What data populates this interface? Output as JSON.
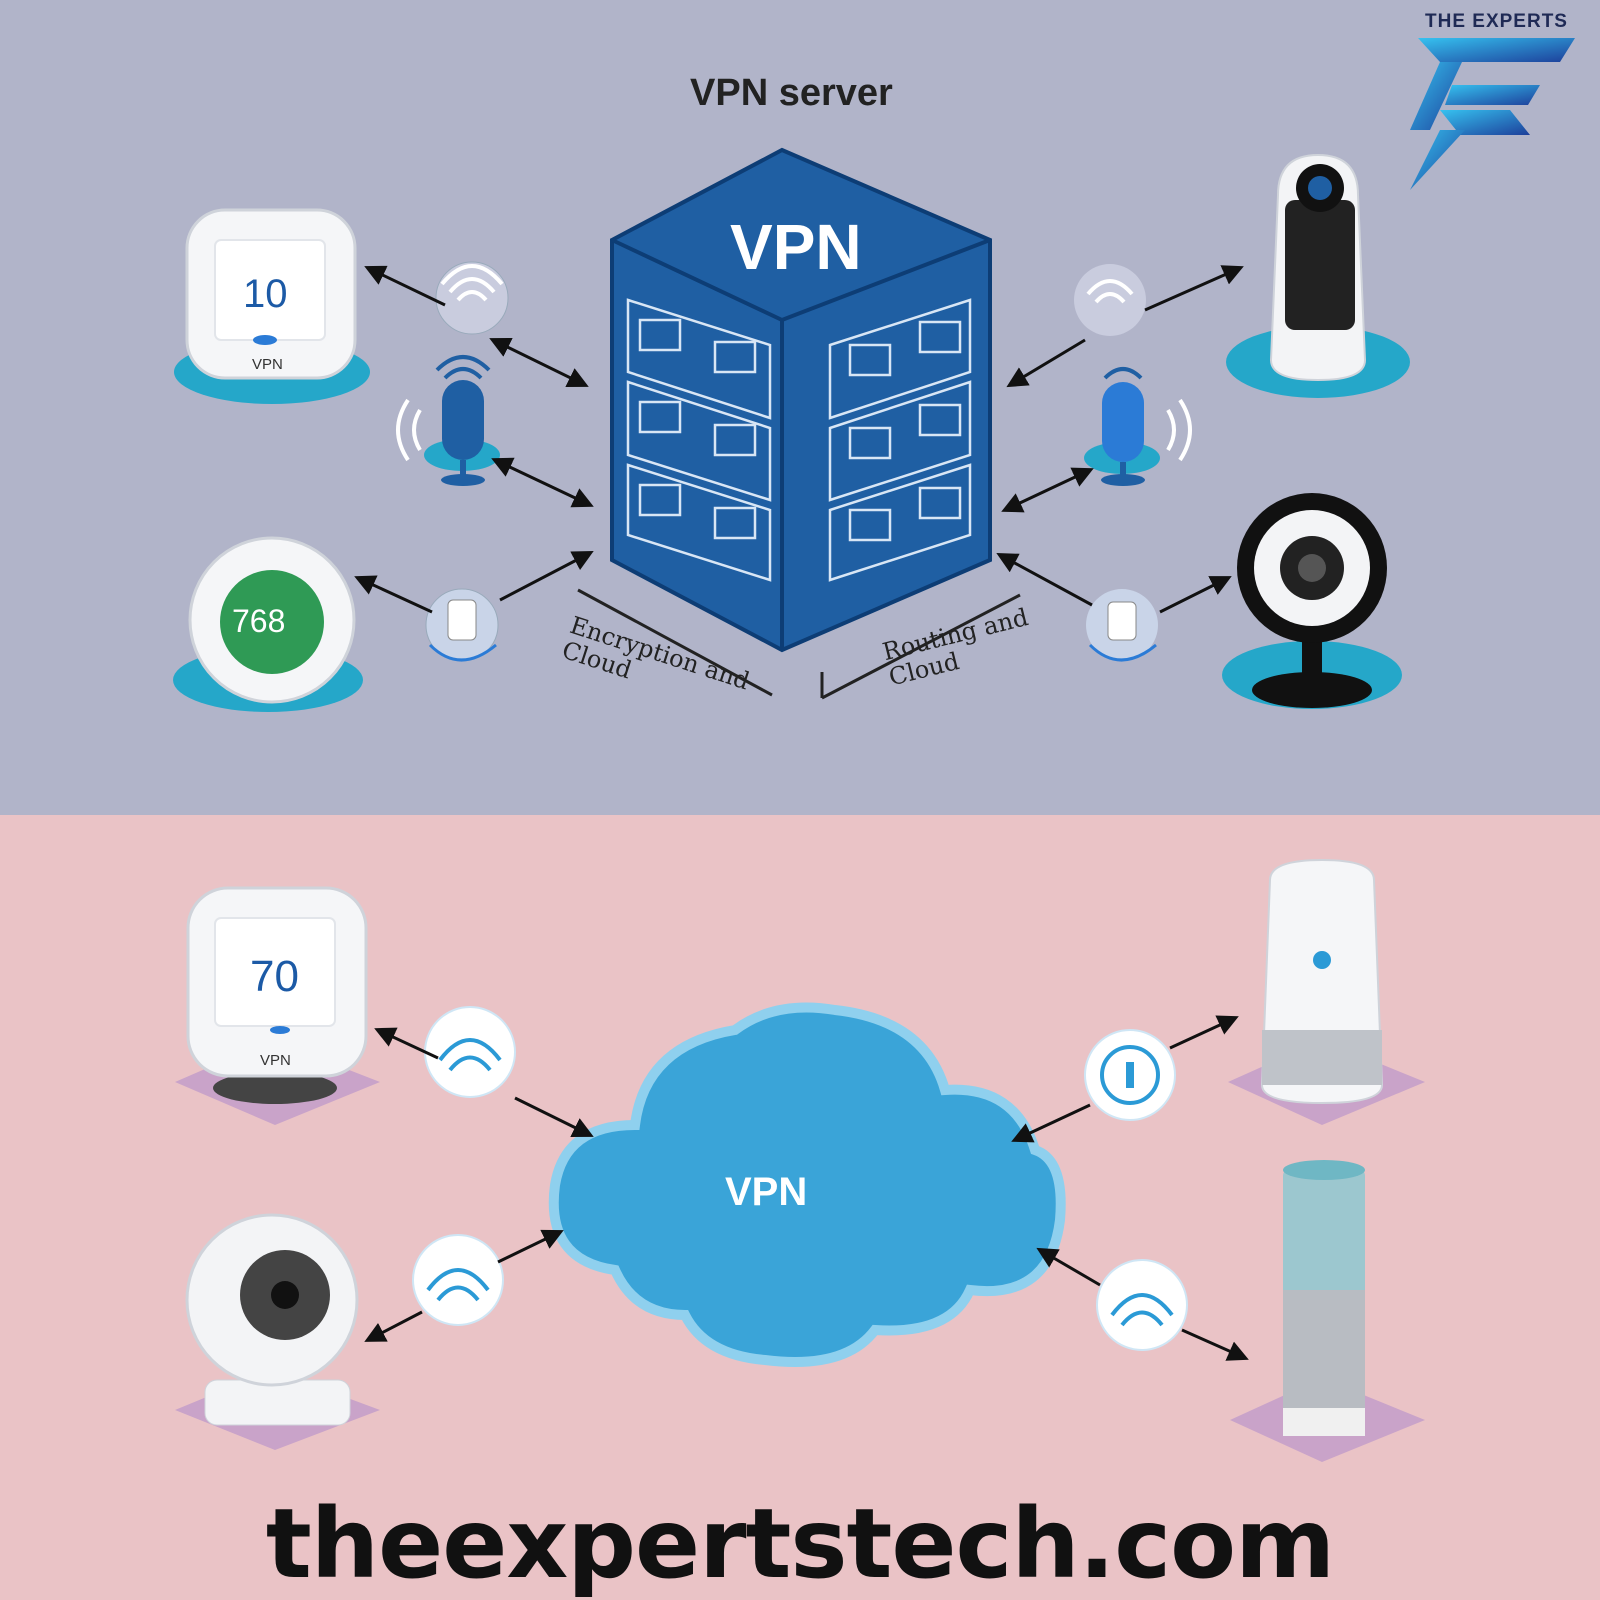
{
  "brand": {
    "name": "THE EXPERTS",
    "logo_letter": "E"
  },
  "top": {
    "title": "VPN server",
    "server_label": "VPN",
    "left_caption": [
      "Encryption and",
      "Cloud"
    ],
    "right_caption": [
      "Routing and",
      "Cloud"
    ],
    "devices": {
      "thermostat_reading": "10",
      "thermostat_label": "VPN",
      "round_thermostat_reading": "768"
    }
  },
  "bottom": {
    "cloud_label": "VPN",
    "devices": {
      "thermostat_reading": "70",
      "thermostat_label": "VPN"
    }
  },
  "footer": {
    "url": "theexpertstech.com"
  },
  "colors": {
    "top_bg": "#b1b4c9",
    "bottom_bg": "#eac3c6",
    "server_blue": "#1f5fa3",
    "cloud_blue": "#3aa4d8",
    "teal_base": "#25a7c9",
    "lilac_base": "#c9a3c9"
  }
}
